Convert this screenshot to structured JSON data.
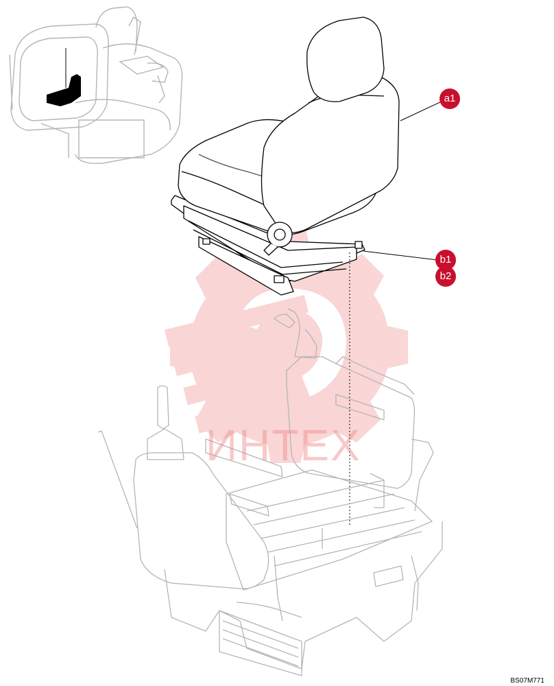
{
  "watermark": {
    "text": "ИНТЕХ",
    "color": "#f08a8a"
  },
  "callouts": [
    {
      "id": "a1",
      "label": "a1"
    },
    {
      "id": "b1",
      "label": "b1"
    },
    {
      "id": "b2",
      "label": "b2"
    }
  ],
  "drawing_code": "BS07M771",
  "colors": {
    "callout": "#c8102e",
    "line": "#000000",
    "faint_line": "#b5b5b5",
    "watermark": "#f08a8a",
    "thumbnail_fill": "#000000"
  }
}
